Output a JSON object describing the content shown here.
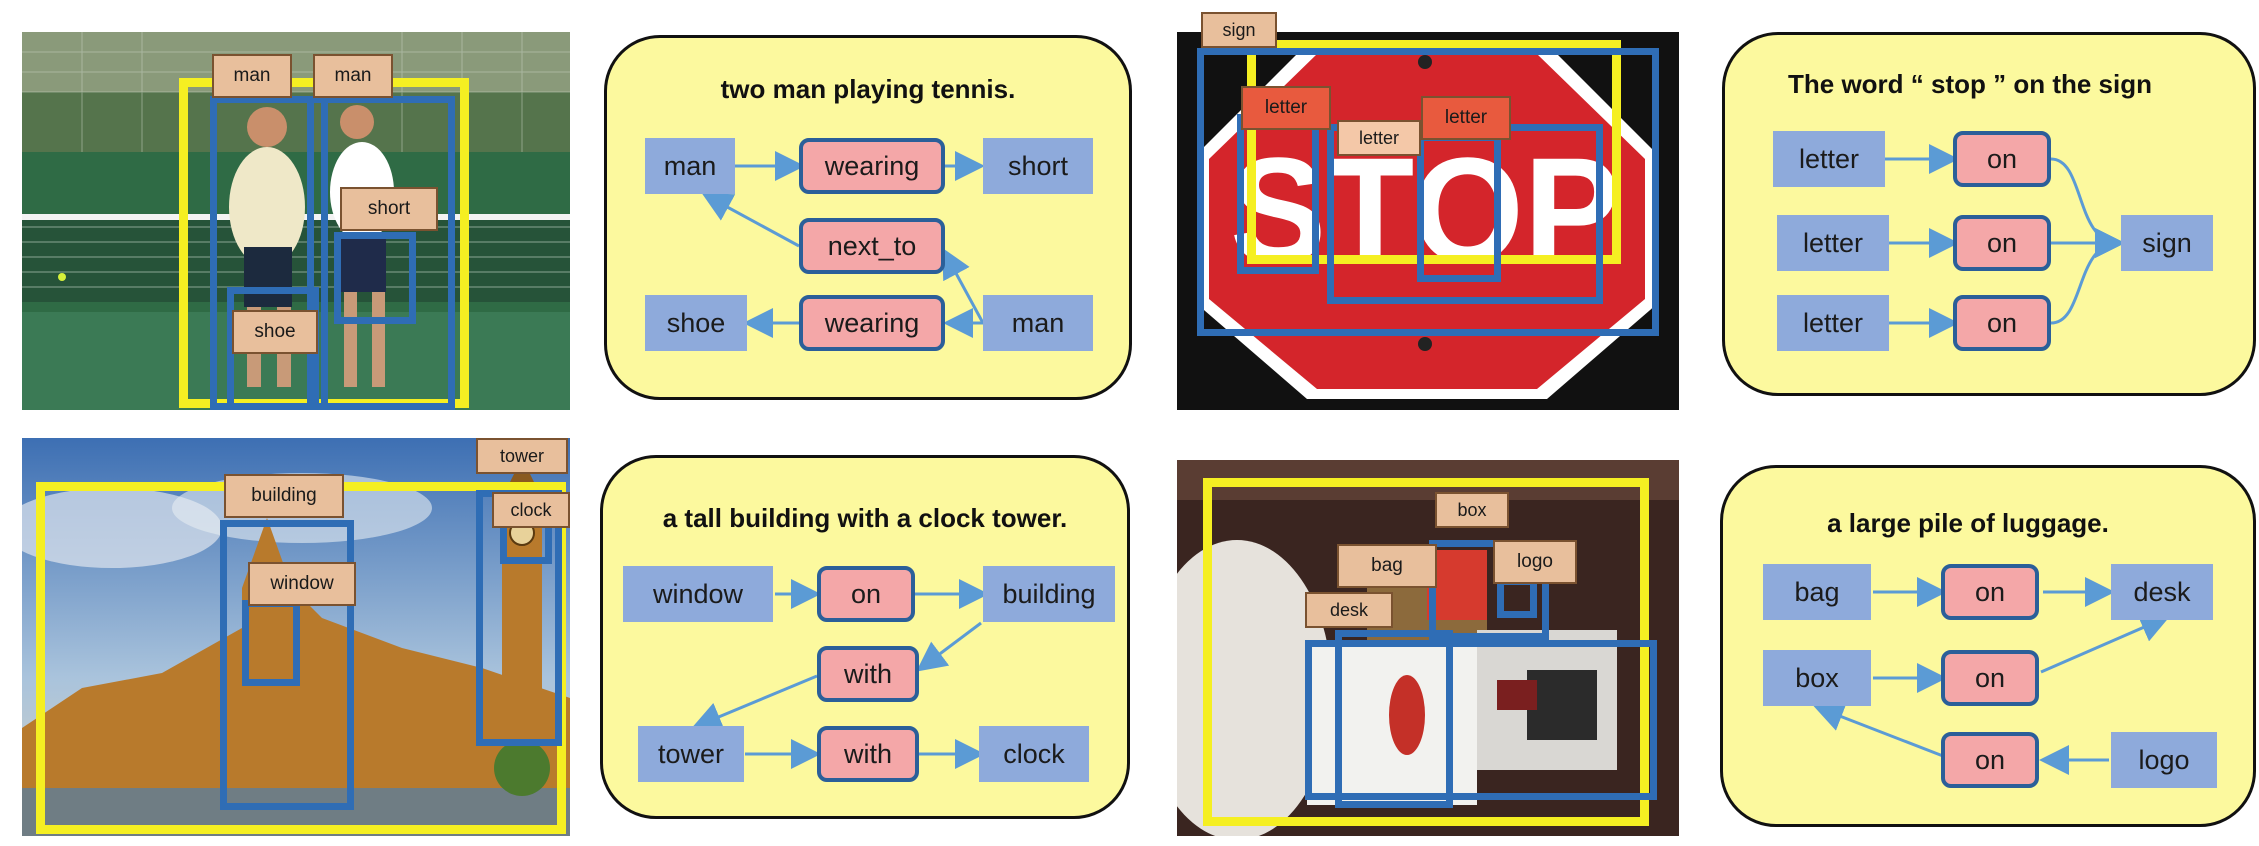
{
  "colors": {
    "panel_bg": "#fcf99e",
    "object_node": "#8eaadb",
    "relation_node": "#f4a7a8",
    "box_blue": "#2f6db5",
    "box_yellow": "#f5ef22",
    "label_bg": "#e8bf9c",
    "edge": "#5b9bd5"
  },
  "examples": [
    {
      "image_labels": [
        "man",
        "man",
        "short",
        "shoe"
      ],
      "caption": "two man playing tennis.",
      "nodes": {
        "man_a": "man",
        "wearing_a": "wearing",
        "short": "short",
        "next_to": "next_to",
        "shoe": "shoe",
        "wearing_b": "wearing",
        "man_b": "man"
      }
    },
    {
      "image_labels": [
        "sign",
        "letter",
        "letter",
        "letter"
      ],
      "caption": "The word “ stop ” on the sign",
      "sign_text": "STOP",
      "nodes": {
        "letter_a": "letter",
        "on_a": "on",
        "letter_b": "letter",
        "on_b": "on",
        "sign": "sign",
        "letter_c": "letter",
        "on_c": "on"
      }
    },
    {
      "image_labels": [
        "building",
        "window",
        "tower",
        "clock"
      ],
      "caption": "a tall building with a clock tower.",
      "nodes": {
        "window": "window",
        "on": "on",
        "building": "building",
        "with_a": "with",
        "tower": "tower",
        "with_b": "with",
        "clock": "clock"
      }
    },
    {
      "image_labels": [
        "box",
        "bag",
        "logo",
        "desk"
      ],
      "caption": "a large pile of luggage.",
      "nodes": {
        "bag": "bag",
        "on_a": "on",
        "desk": "desk",
        "box": "box",
        "on_b": "on",
        "on_c": "on",
        "logo": "logo"
      }
    }
  ]
}
